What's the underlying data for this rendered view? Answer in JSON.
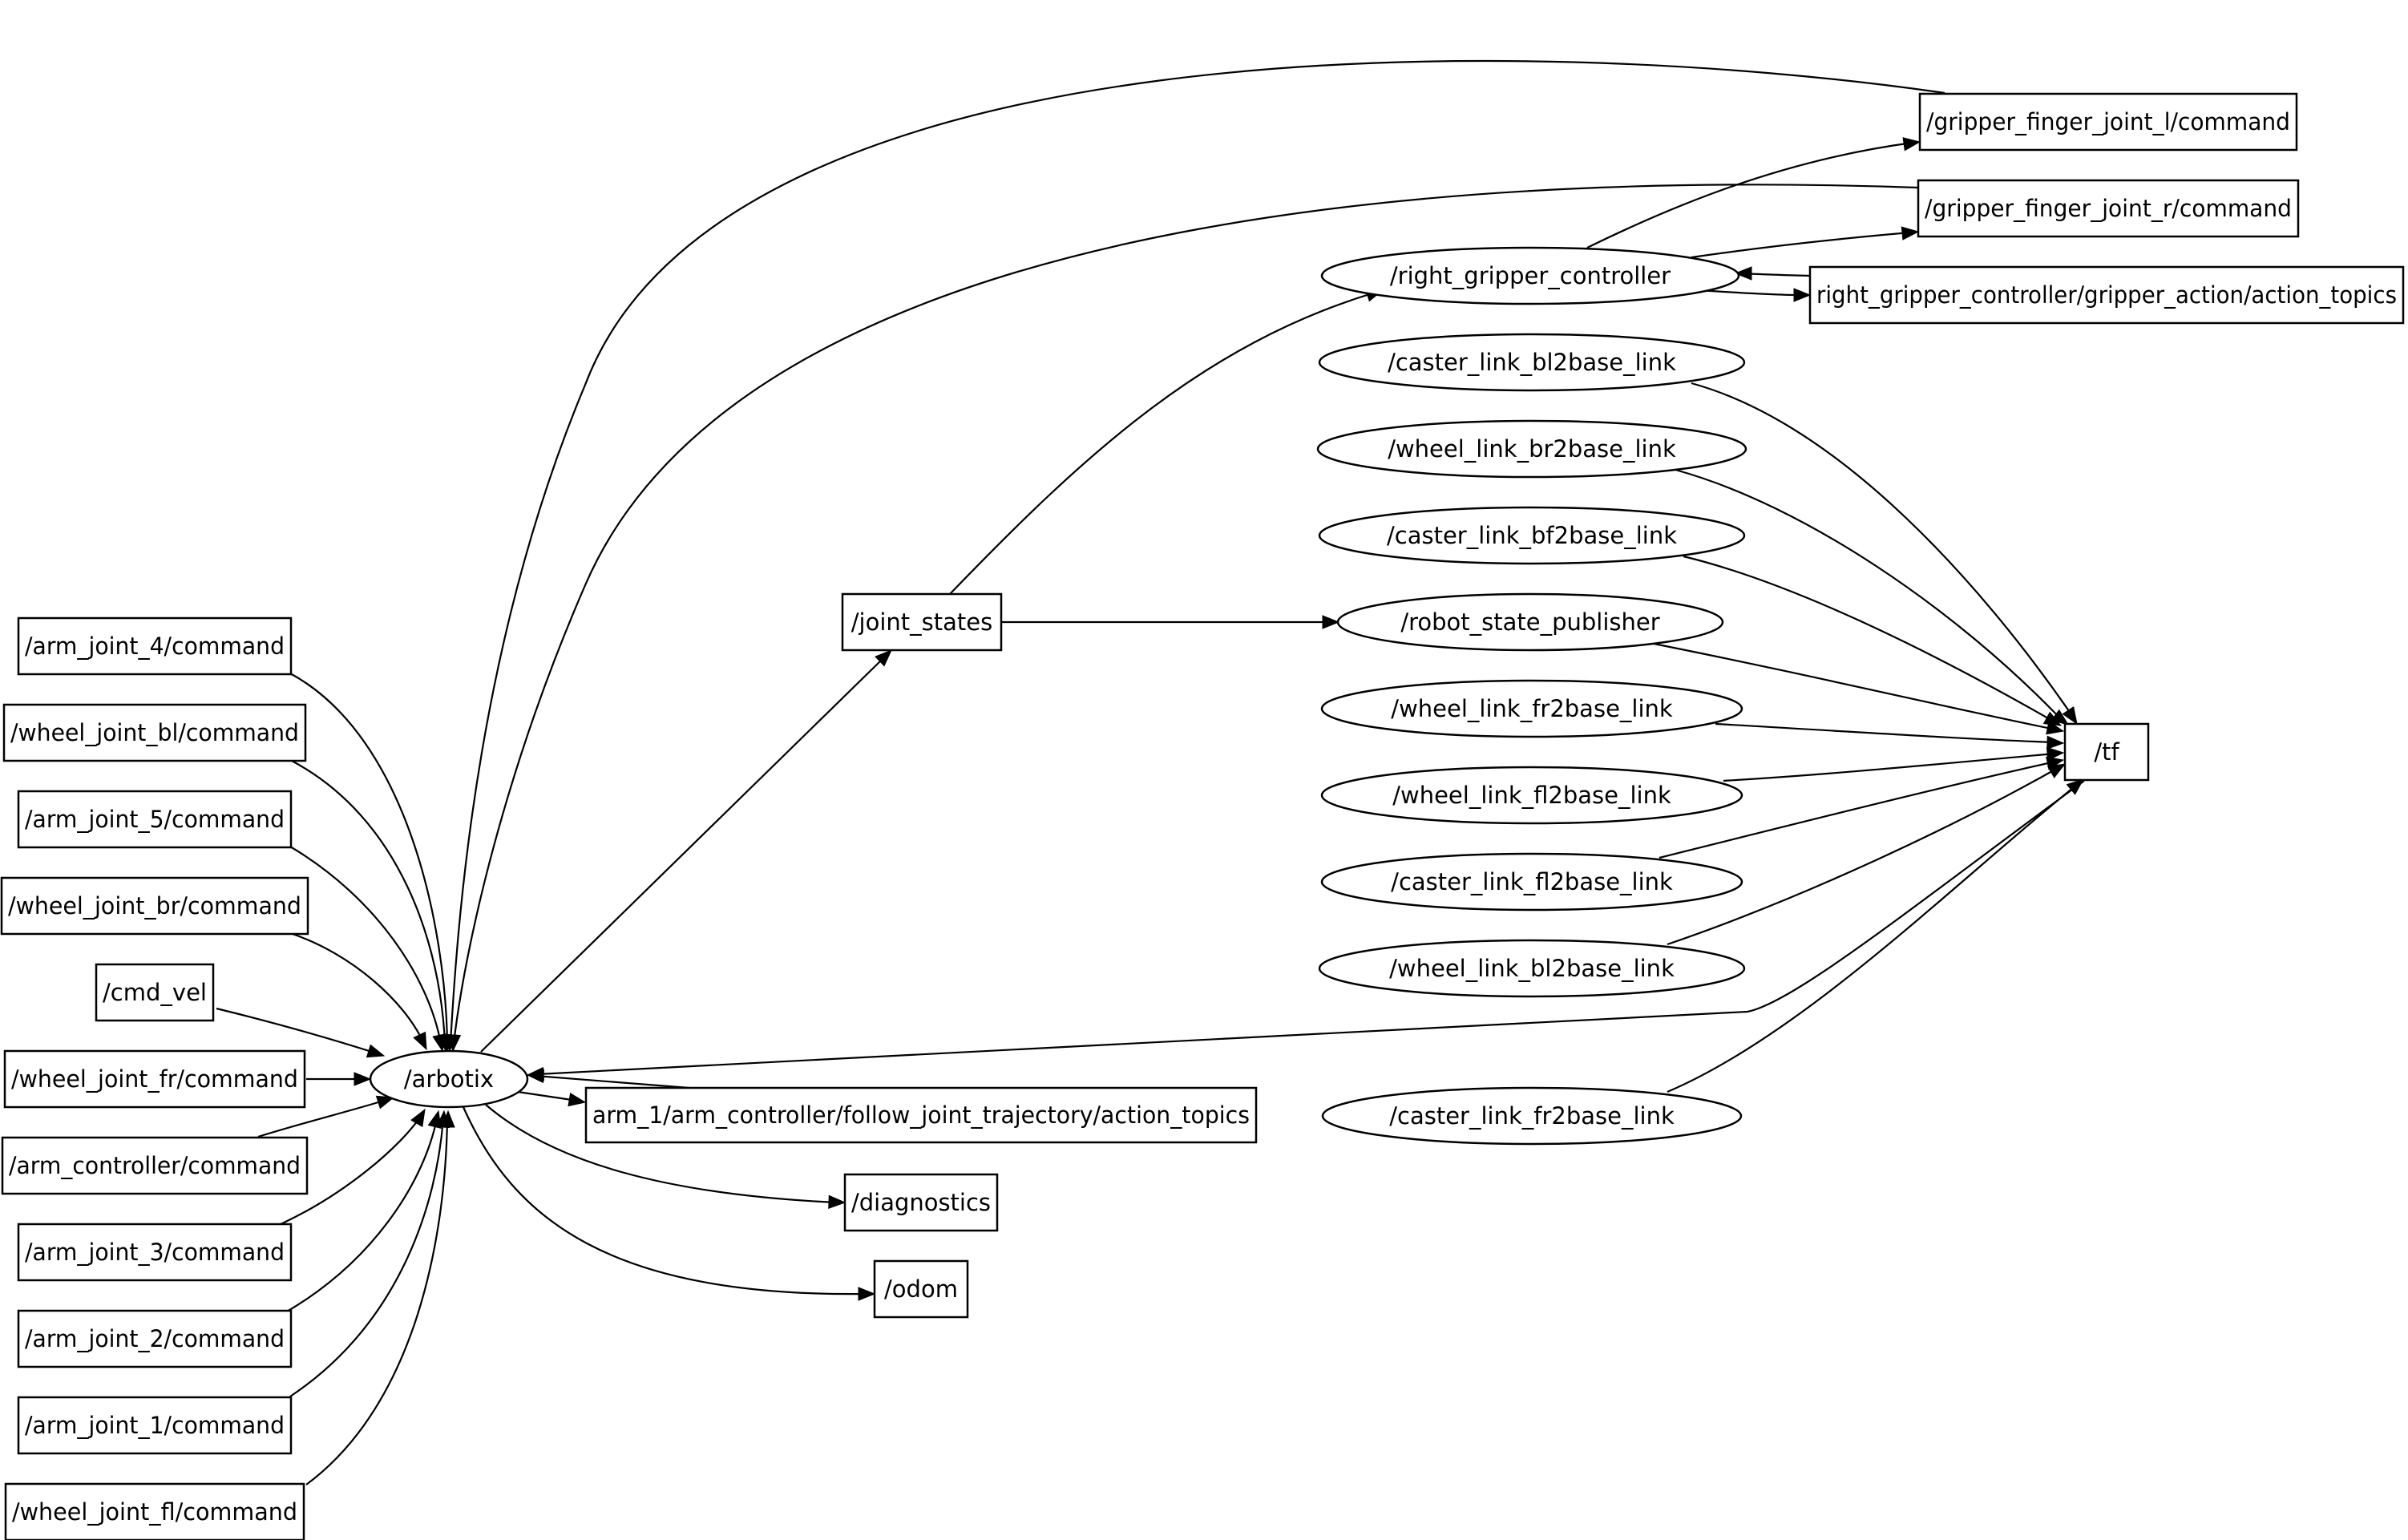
{
  "nodes": [
    {
      "id": "arbotix",
      "label": "/arbotix",
      "shape": "ellipse"
    },
    {
      "id": "joint_states",
      "label": "/joint_states",
      "shape": "box"
    },
    {
      "id": "robot_state_publisher",
      "label": "/robot_state_publisher",
      "shape": "ellipse"
    },
    {
      "id": "right_gripper_controller",
      "label": "/right_gripper_controller",
      "shape": "ellipse"
    },
    {
      "id": "gripper_l",
      "label": "/gripper_finger_joint_l/command",
      "shape": "box"
    },
    {
      "id": "gripper_r",
      "label": "/gripper_finger_joint_r/command",
      "shape": "box"
    },
    {
      "id": "gripper_action",
      "label": "right_gripper_controller/gripper_action/action_topics",
      "shape": "box"
    },
    {
      "id": "caster_bl",
      "label": "/caster_link_bl2base_link",
      "shape": "ellipse"
    },
    {
      "id": "wheel_br",
      "label": "/wheel_link_br2base_link",
      "shape": "ellipse"
    },
    {
      "id": "caster_bf",
      "label": "/caster_link_bf2base_link",
      "shape": "ellipse"
    },
    {
      "id": "wheel_fr",
      "label": "/wheel_link_fr2base_link",
      "shape": "ellipse"
    },
    {
      "id": "wheel_fl",
      "label": "/wheel_link_fl2base_link",
      "shape": "ellipse"
    },
    {
      "id": "caster_fl",
      "label": "/caster_link_fl2base_link",
      "shape": "ellipse"
    },
    {
      "id": "wheel_bl",
      "label": "/wheel_link_bl2base_link",
      "shape": "ellipse"
    },
    {
      "id": "caster_fr",
      "label": "/caster_link_fr2base_link",
      "shape": "ellipse"
    },
    {
      "id": "tf",
      "label": "/tf",
      "shape": "box"
    },
    {
      "id": "arm_traj",
      "label": "arm_1/arm_controller/follow_joint_trajectory/action_topics",
      "shape": "box"
    },
    {
      "id": "diagnostics",
      "label": "/diagnostics",
      "shape": "box"
    },
    {
      "id": "odom",
      "label": "/odom",
      "shape": "box"
    },
    {
      "id": "arm_joint_4",
      "label": "/arm_joint_4/command",
      "shape": "box"
    },
    {
      "id": "wheel_joint_bl",
      "label": "/wheel_joint_bl/command",
      "shape": "box"
    },
    {
      "id": "arm_joint_5",
      "label": "/arm_joint_5/command",
      "shape": "box"
    },
    {
      "id": "wheel_joint_br",
      "label": "/wheel_joint_br/command",
      "shape": "box"
    },
    {
      "id": "cmd_vel",
      "label": "/cmd_vel",
      "shape": "box"
    },
    {
      "id": "wheel_joint_fr",
      "label": "/wheel_joint_fr/command",
      "shape": "box"
    },
    {
      "id": "arm_controller",
      "label": "/arm_controller/command",
      "shape": "box"
    },
    {
      "id": "arm_joint_3",
      "label": "/arm_joint_3/command",
      "shape": "box"
    },
    {
      "id": "arm_joint_2",
      "label": "/arm_joint_2/command",
      "shape": "box"
    },
    {
      "id": "arm_joint_1",
      "label": "/arm_joint_1/command",
      "shape": "box"
    },
    {
      "id": "wheel_joint_fl",
      "label": "/wheel_joint_fl/command",
      "shape": "box"
    }
  ],
  "edges": [
    {
      "from": "arm_joint_4",
      "to": "arbotix"
    },
    {
      "from": "wheel_joint_bl",
      "to": "arbotix"
    },
    {
      "from": "arm_joint_5",
      "to": "arbotix"
    },
    {
      "from": "wheel_joint_br",
      "to": "arbotix"
    },
    {
      "from": "cmd_vel",
      "to": "arbotix"
    },
    {
      "from": "wheel_joint_fr",
      "to": "arbotix"
    },
    {
      "from": "arm_controller",
      "to": "arbotix"
    },
    {
      "from": "arm_joint_3",
      "to": "arbotix"
    },
    {
      "from": "arm_joint_2",
      "to": "arbotix"
    },
    {
      "from": "arm_joint_1",
      "to": "arbotix"
    },
    {
      "from": "wheel_joint_fl",
      "to": "arbotix"
    },
    {
      "from": "gripper_l",
      "to": "arbotix"
    },
    {
      "from": "gripper_r",
      "to": "arbotix"
    },
    {
      "from": "tf",
      "to": "arbotix"
    },
    {
      "from": "arm_traj",
      "to": "arbotix"
    },
    {
      "from": "arbotix",
      "to": "joint_states"
    },
    {
      "from": "arbotix",
      "to": "arm_traj"
    },
    {
      "from": "arbotix",
      "to": "diagnostics"
    },
    {
      "from": "arbotix",
      "to": "odom"
    },
    {
      "from": "joint_states",
      "to": "robot_state_publisher"
    },
    {
      "from": "joint_states",
      "to": "right_gripper_controller"
    },
    {
      "from": "right_gripper_controller",
      "to": "gripper_l"
    },
    {
      "from": "right_gripper_controller",
      "to": "gripper_r"
    },
    {
      "from": "right_gripper_controller",
      "to": "gripper_action"
    },
    {
      "from": "gripper_action",
      "to": "right_gripper_controller"
    },
    {
      "from": "caster_bl",
      "to": "tf"
    },
    {
      "from": "wheel_br",
      "to": "tf"
    },
    {
      "from": "caster_bf",
      "to": "tf"
    },
    {
      "from": "robot_state_publisher",
      "to": "tf"
    },
    {
      "from": "wheel_fr",
      "to": "tf"
    },
    {
      "from": "wheel_fl",
      "to": "tf"
    },
    {
      "from": "caster_fl",
      "to": "tf"
    },
    {
      "from": "wheel_bl",
      "to": "tf"
    },
    {
      "from": "caster_fr",
      "to": "tf"
    }
  ]
}
